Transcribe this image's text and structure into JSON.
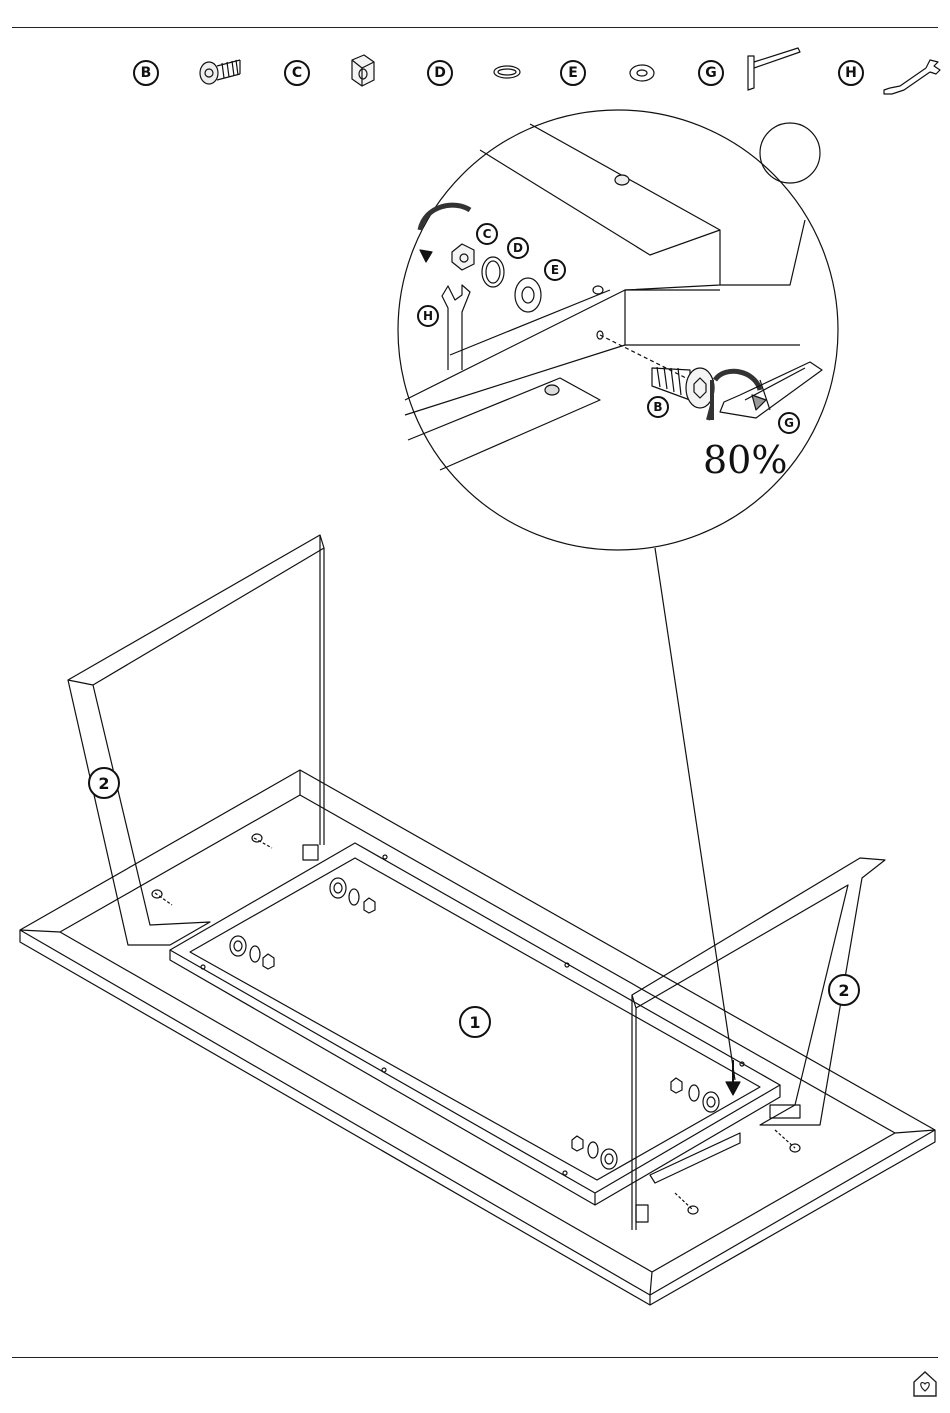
{
  "hardware_legend": [
    {
      "letter": "B",
      "icon": "bolt-icon"
    },
    {
      "letter": "C",
      "icon": "hex-nut-icon"
    },
    {
      "letter": "D",
      "icon": "spring-washer-icon"
    },
    {
      "letter": "E",
      "icon": "flat-washer-icon"
    },
    {
      "letter": "G",
      "icon": "allen-key-icon"
    },
    {
      "letter": "H",
      "icon": "wrench-icon"
    }
  ],
  "detail": {
    "labels": [
      "C",
      "D",
      "E",
      "H",
      "B",
      "G"
    ],
    "tighten_percent": "80%"
  },
  "parts": {
    "tabletop": "1",
    "leg_left": "2",
    "leg_right": "2"
  }
}
